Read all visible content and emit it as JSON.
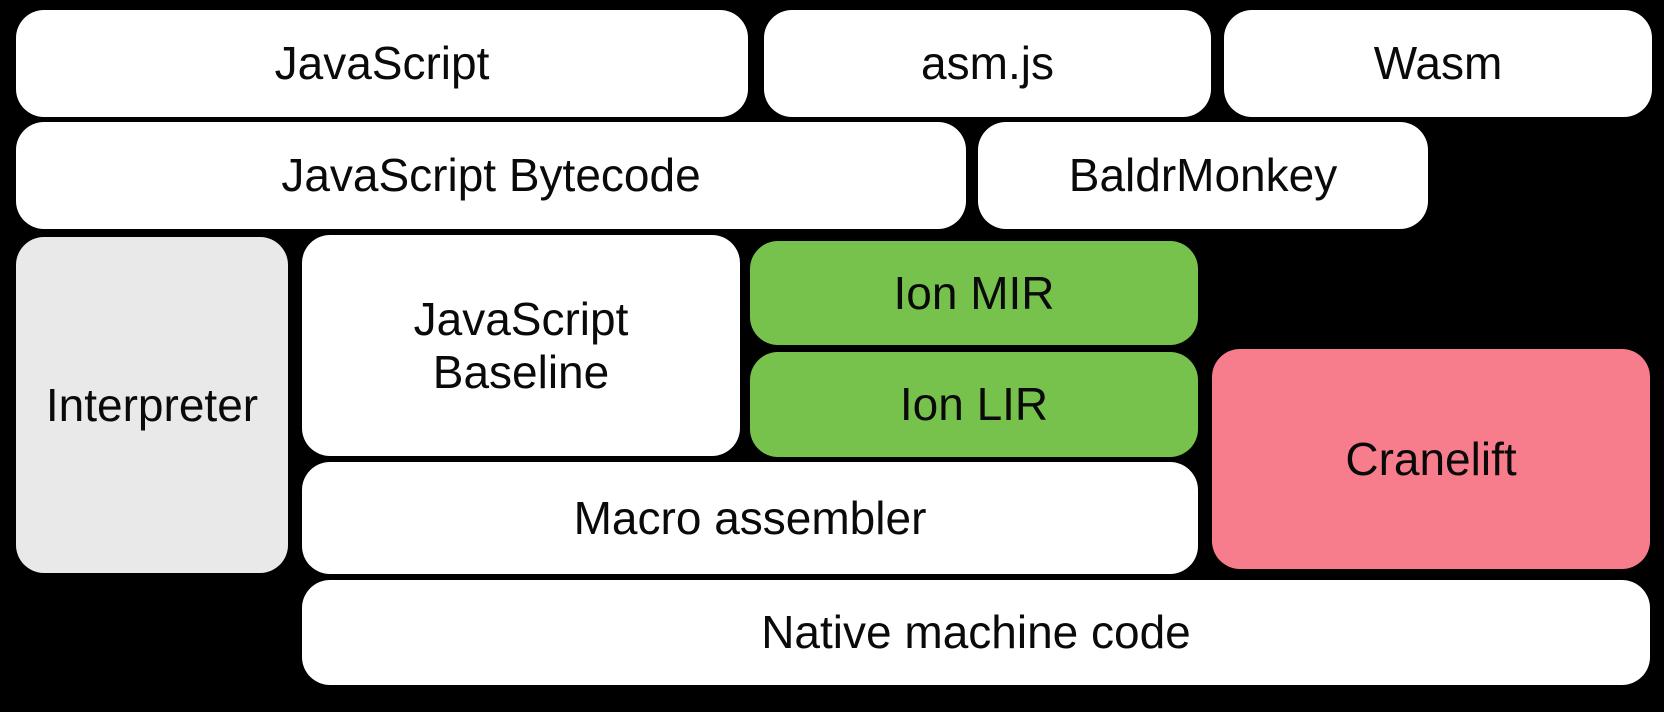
{
  "diagram": {
    "background_color": "#000000",
    "text_color": "#0a0a0a",
    "box_colors": {
      "white": "#ffffff",
      "gray": "#e9e9e9",
      "green": "#77c24d",
      "pink": "#f87d8c"
    },
    "boxes": {
      "javascript": {
        "label": "JavaScript",
        "color": "white"
      },
      "asmjs": {
        "label": "asm.js",
        "color": "white"
      },
      "wasm": {
        "label": "Wasm",
        "color": "white"
      },
      "bytecode": {
        "label": "JavaScript Bytecode",
        "color": "white"
      },
      "baldrmonkey": {
        "label": "BaldrMonkey",
        "color": "white"
      },
      "interpreter": {
        "label": "Interpreter",
        "color": "gray"
      },
      "baseline": {
        "label": "JavaScript\nBaseline",
        "color": "white"
      },
      "ion_mir": {
        "label": "Ion MIR",
        "color": "green"
      },
      "ion_lir": {
        "label": "Ion LIR",
        "color": "green"
      },
      "cranelift": {
        "label": "Cranelift",
        "color": "pink"
      },
      "macro_assembler": {
        "label": "Macro assembler",
        "color": "white"
      },
      "native": {
        "label": "Native machine code",
        "color": "white"
      }
    }
  }
}
